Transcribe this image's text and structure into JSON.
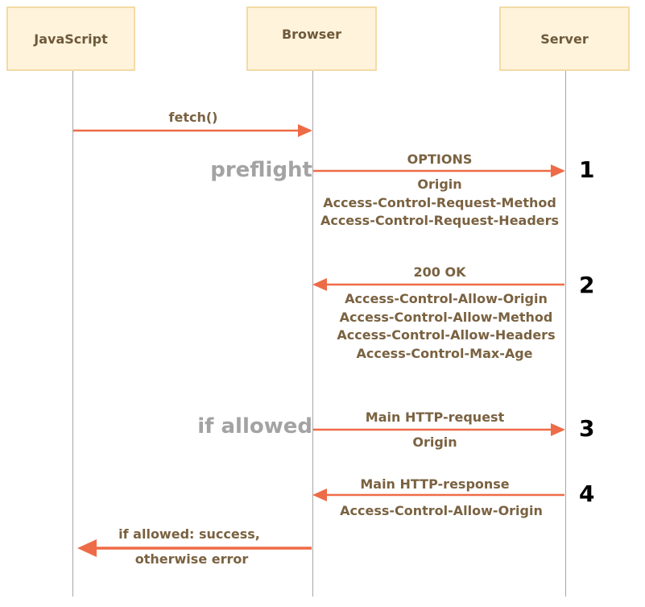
{
  "participants": {
    "javascript": "JavaScript",
    "browser": "Browser",
    "server": "Server"
  },
  "messages": {
    "fetch": {
      "label": "fetch()"
    },
    "options": {
      "label": "OPTIONS",
      "headers": [
        "Origin",
        "Access-Control-Request-Method",
        "Access-Control-Request-Headers"
      ]
    },
    "ok": {
      "label": "200 OK",
      "headers": [
        "Access-Control-Allow-Origin",
        "Access-Control-Allow-Method",
        "Access-Control-Allow-Headers",
        "Access-Control-Max-Age"
      ]
    },
    "main_request": {
      "label": "Main HTTP-request",
      "headers": [
        "Origin"
      ]
    },
    "main_response": {
      "label": "Main HTTP-response",
      "headers": [
        "Access-Control-Allow-Origin"
      ]
    },
    "result": {
      "lines": [
        "if allowed: success,",
        "otherwise error"
      ]
    }
  },
  "side_labels": {
    "preflight": "preflight",
    "if_allowed": "if allowed"
  },
  "steps": [
    "1",
    "2",
    "3",
    "4"
  ],
  "colors": {
    "arrow": "#ee6b47",
    "lifeline": "#a6a6a6",
    "box_fill": "#fff3dc",
    "box_border": "#f3dba5",
    "label_text": "#7a6241",
    "side_text": "#a3a3a3"
  }
}
